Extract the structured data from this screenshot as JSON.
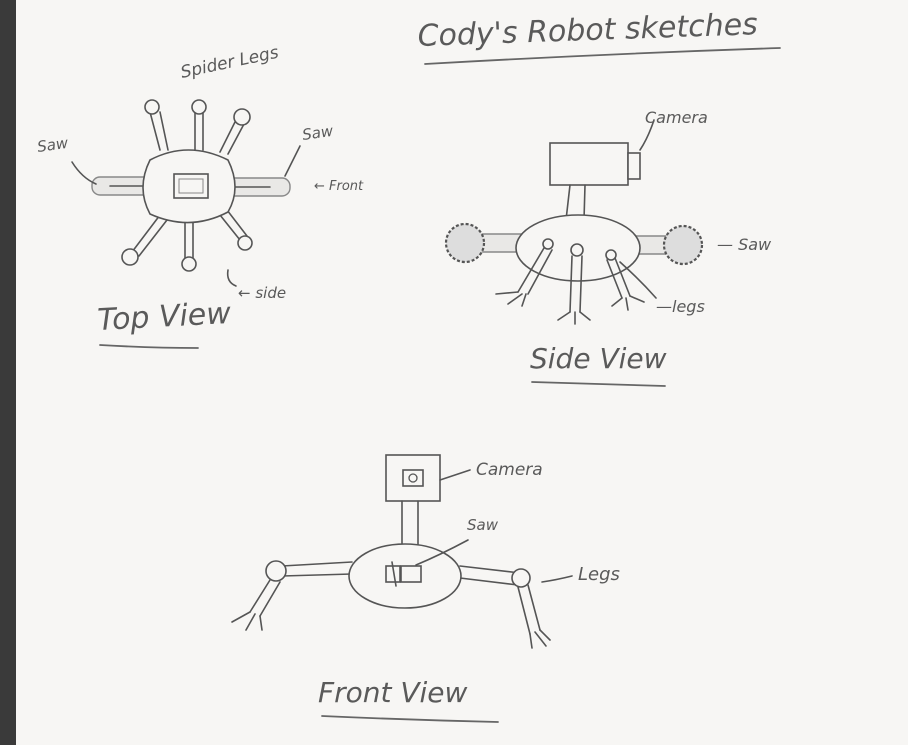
{
  "title": "Cody's Robot sketches",
  "views": {
    "top": {
      "caption": "Top View",
      "labels": {
        "spider_legs": "Spider Legs",
        "saw_left": "Saw",
        "saw_right": "Saw",
        "front": "← Front",
        "side": "← side"
      }
    },
    "side": {
      "caption": "Side View",
      "labels": {
        "camera": "Camera",
        "saw": "— Saw",
        "legs": "—legs"
      }
    },
    "front": {
      "caption": "Front View",
      "labels": {
        "camera": "Camera",
        "saw": "Saw",
        "legs": "Legs"
      }
    }
  }
}
